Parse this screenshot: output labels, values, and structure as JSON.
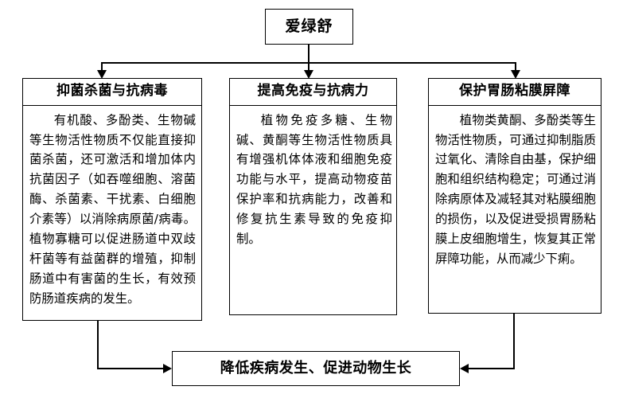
{
  "diagram": {
    "root": {
      "label": "爱绿舒"
    },
    "pillars": [
      {
        "title": "抑菌杀菌与抗病毒",
        "body": "有机酸、多酚类、生物碱等生物活性物质不仅能直接抑菌杀菌，还可激活和增加体内抗菌因子（如吞噬细胞、溶菌酶、杀菌素、干扰素、白细胞介素等）以消除病原菌/病毒。植物寡糖可以促进肠道中双歧杆菌等有益菌群的增殖，抑制肠道中有害菌的生长，有效预防肠道疾病的发生。"
      },
      {
        "title": "提高免疫与抗病力",
        "body": "植物免疫多糖、生物碱、黄酮等生物活性物质具有增强机体体液和细胞免疫功能与水平，提高动物疫苗保护率和抗病能力，改善和修复抗生素导致的免疫抑制。"
      },
      {
        "title": "保护胃肠粘膜屏障",
        "body": "植物类黄酮、多酚类等生物活性物质，可通过抑制脂质过氧化、清除自由基，保护细胞和组织结构稳定；可通过消除病原体及减轻其对粘膜细胞的损伤，以及促进受损胃肠粘膜上皮细胞增生，恢复其正常屏障功能，从而减少下痢。"
      }
    ],
    "outcome": {
      "label": "降低疾病发生、促进动物生长"
    },
    "colors": {
      "line": "#000000",
      "text": "#000000",
      "background": "#ffffff"
    }
  }
}
